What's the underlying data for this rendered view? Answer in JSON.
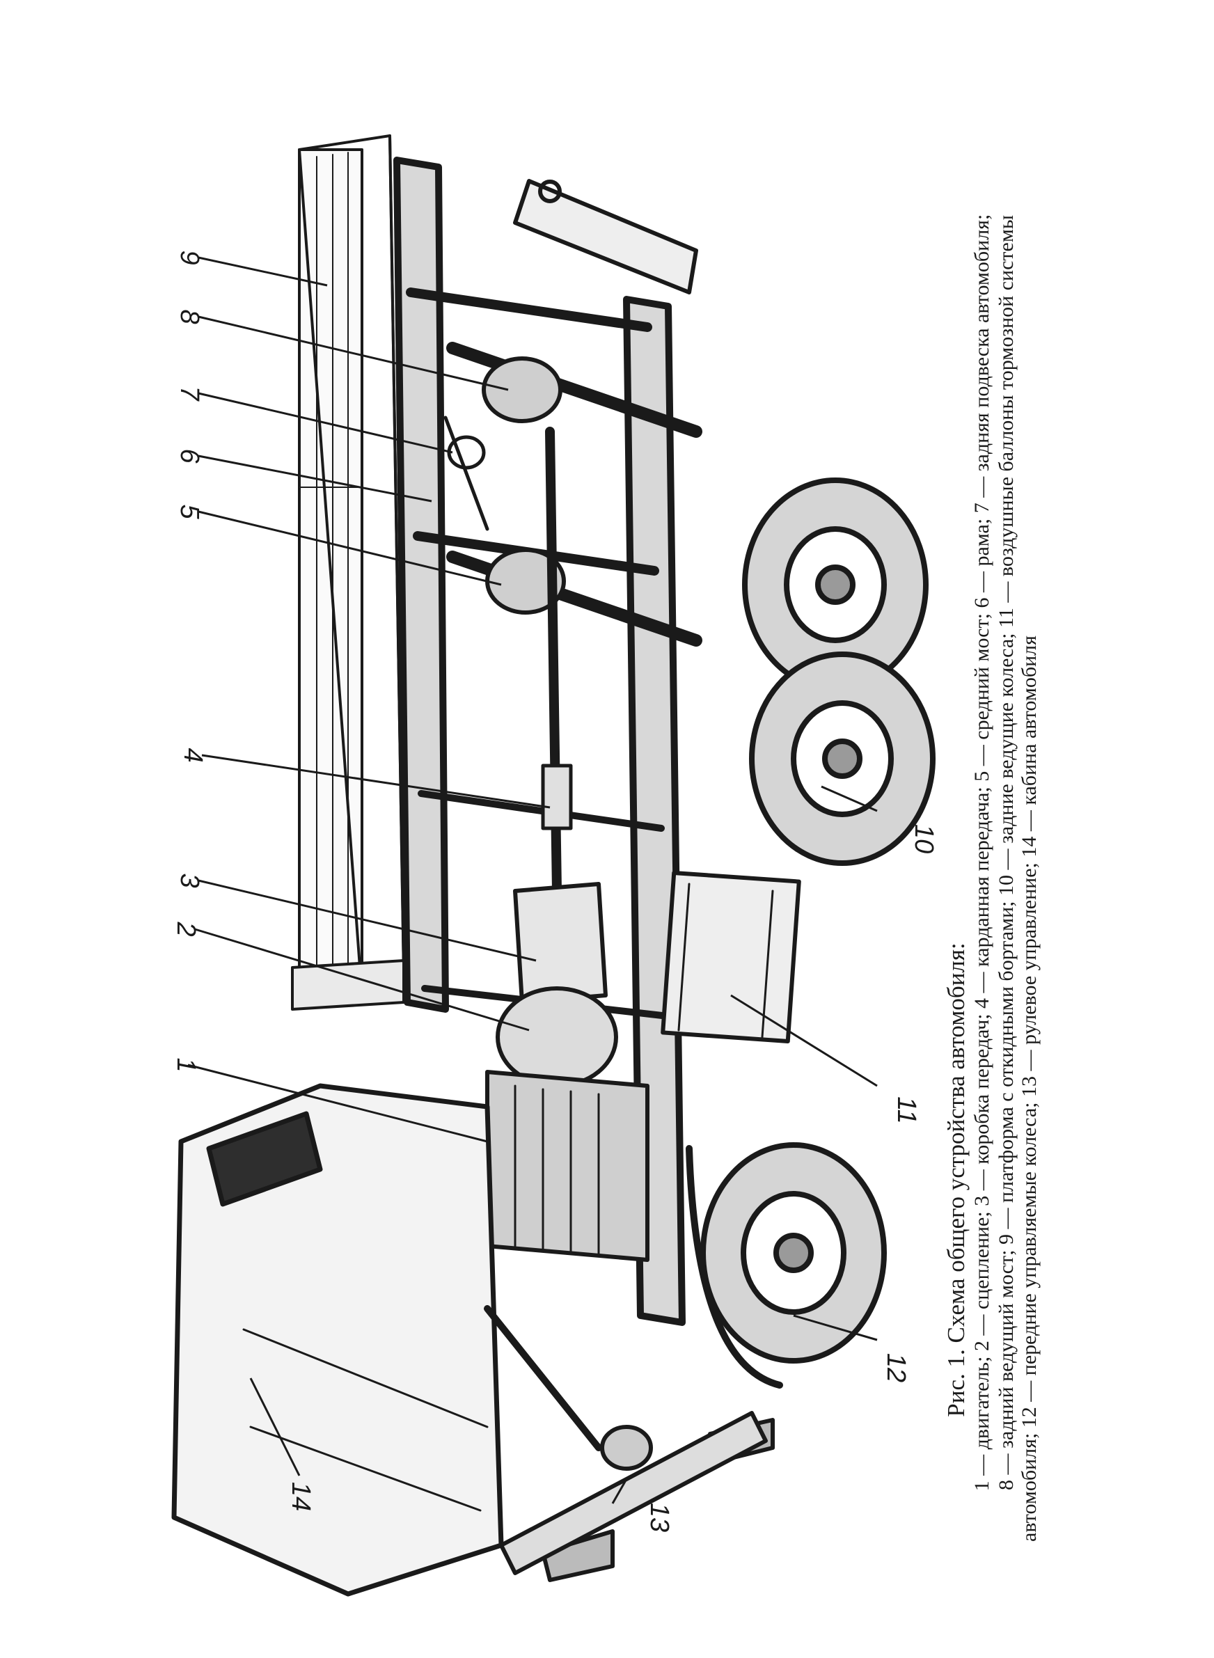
{
  "caption": {
    "title": "Рис. 1. Схема общего устройства автомобиля:",
    "lines": [
      "1 — двигатель; 2 — сцепление; 3 — коробка передач; 4 — карданная передача; 5 — средний мост; 6 — рама; 7 — задняя подвеска автомобиля;",
      "8 — задний ведущий мост; 9 — платформа с откидными бортами; 10 — задние ведущие колеса; 11 — воздушные баллоны тормозной системы",
      "автомобиля; 12 — передние управляемые колеса; 13 — рулевое управление; 14 — кабина автомобиля"
    ]
  },
  "callouts": [
    "1",
    "2",
    "3",
    "4",
    "5",
    "6",
    "7",
    "8",
    "9",
    "10",
    "11",
    "12",
    "13",
    "14"
  ],
  "colors": {
    "ink": "#1a1a1a",
    "paper": "#ffffff"
  }
}
